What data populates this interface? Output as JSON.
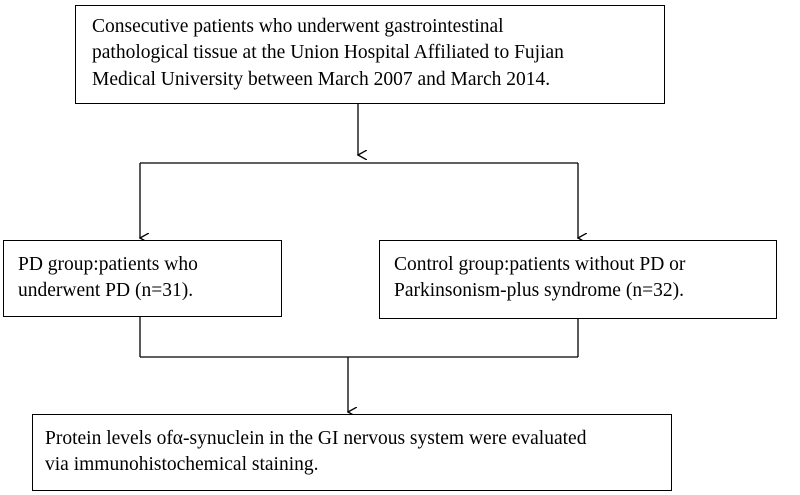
{
  "flowchart": {
    "top_box": {
      "lines": [
        "Consecutive patients who underwent  gastrointestinal",
        "pathological tissue at the Union Hospital Affiliated to Fujian",
        "Medical University between March 2007 and March 2014."
      ]
    },
    "pd_group_box": {
      "lines": [
        "PD group:patients who",
        "underwent PD (n=31)."
      ]
    },
    "control_group_box": {
      "lines": [
        "Control group:patients without PD or",
        "Parkinsonism-plus syndrome  (n=32)."
      ]
    },
    "result_box": {
      "lines": [
        "Protein levels ofα-synuclein in the GI nervous system were evaluated",
        "via immunohistochemical staining."
      ]
    }
  }
}
